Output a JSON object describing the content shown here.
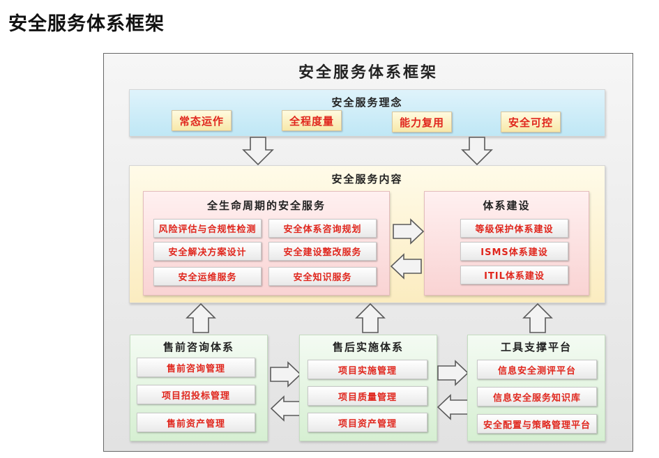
{
  "page_title": "安全服务体系框架",
  "diagram": {
    "title": "安全服务体系框架",
    "philosophy": {
      "title": "安全服务理念",
      "items": [
        "常态运作",
        "全程度量",
        "能力复用",
        "安全可控"
      ]
    },
    "content": {
      "title": "安全服务内容",
      "lifecycle": {
        "title": "全生命周期的安全服务",
        "items": [
          "风险评估与合规性检测",
          "安全体系咨询规划",
          "安全解决方案设计",
          "安全建设整改服务",
          "安全运维服务",
          "安全知识服务"
        ]
      },
      "system_building": {
        "title": "体系建设",
        "items": [
          "等级保护体系建设",
          "ISMS体系建设",
          "ITIL体系建设"
        ]
      }
    },
    "presales": {
      "title": "售前咨询体系",
      "items": [
        "售前咨询管理",
        "项目招投标管理",
        "售前资产管理"
      ]
    },
    "aftersales": {
      "title": "售后实施体系",
      "items": [
        "项目实施管理",
        "项目质量管理",
        "项目资产管理"
      ]
    },
    "tools": {
      "title": "工具支撑平台",
      "items": [
        "信息安全测评平台",
        "信息安全服务知识库",
        "安全配置与策略管理平台"
      ]
    },
    "colors": {
      "item_text": "#e0261d",
      "arrow_fill": "#f3f3f3",
      "arrow_stroke": "#5a5a5a"
    }
  }
}
